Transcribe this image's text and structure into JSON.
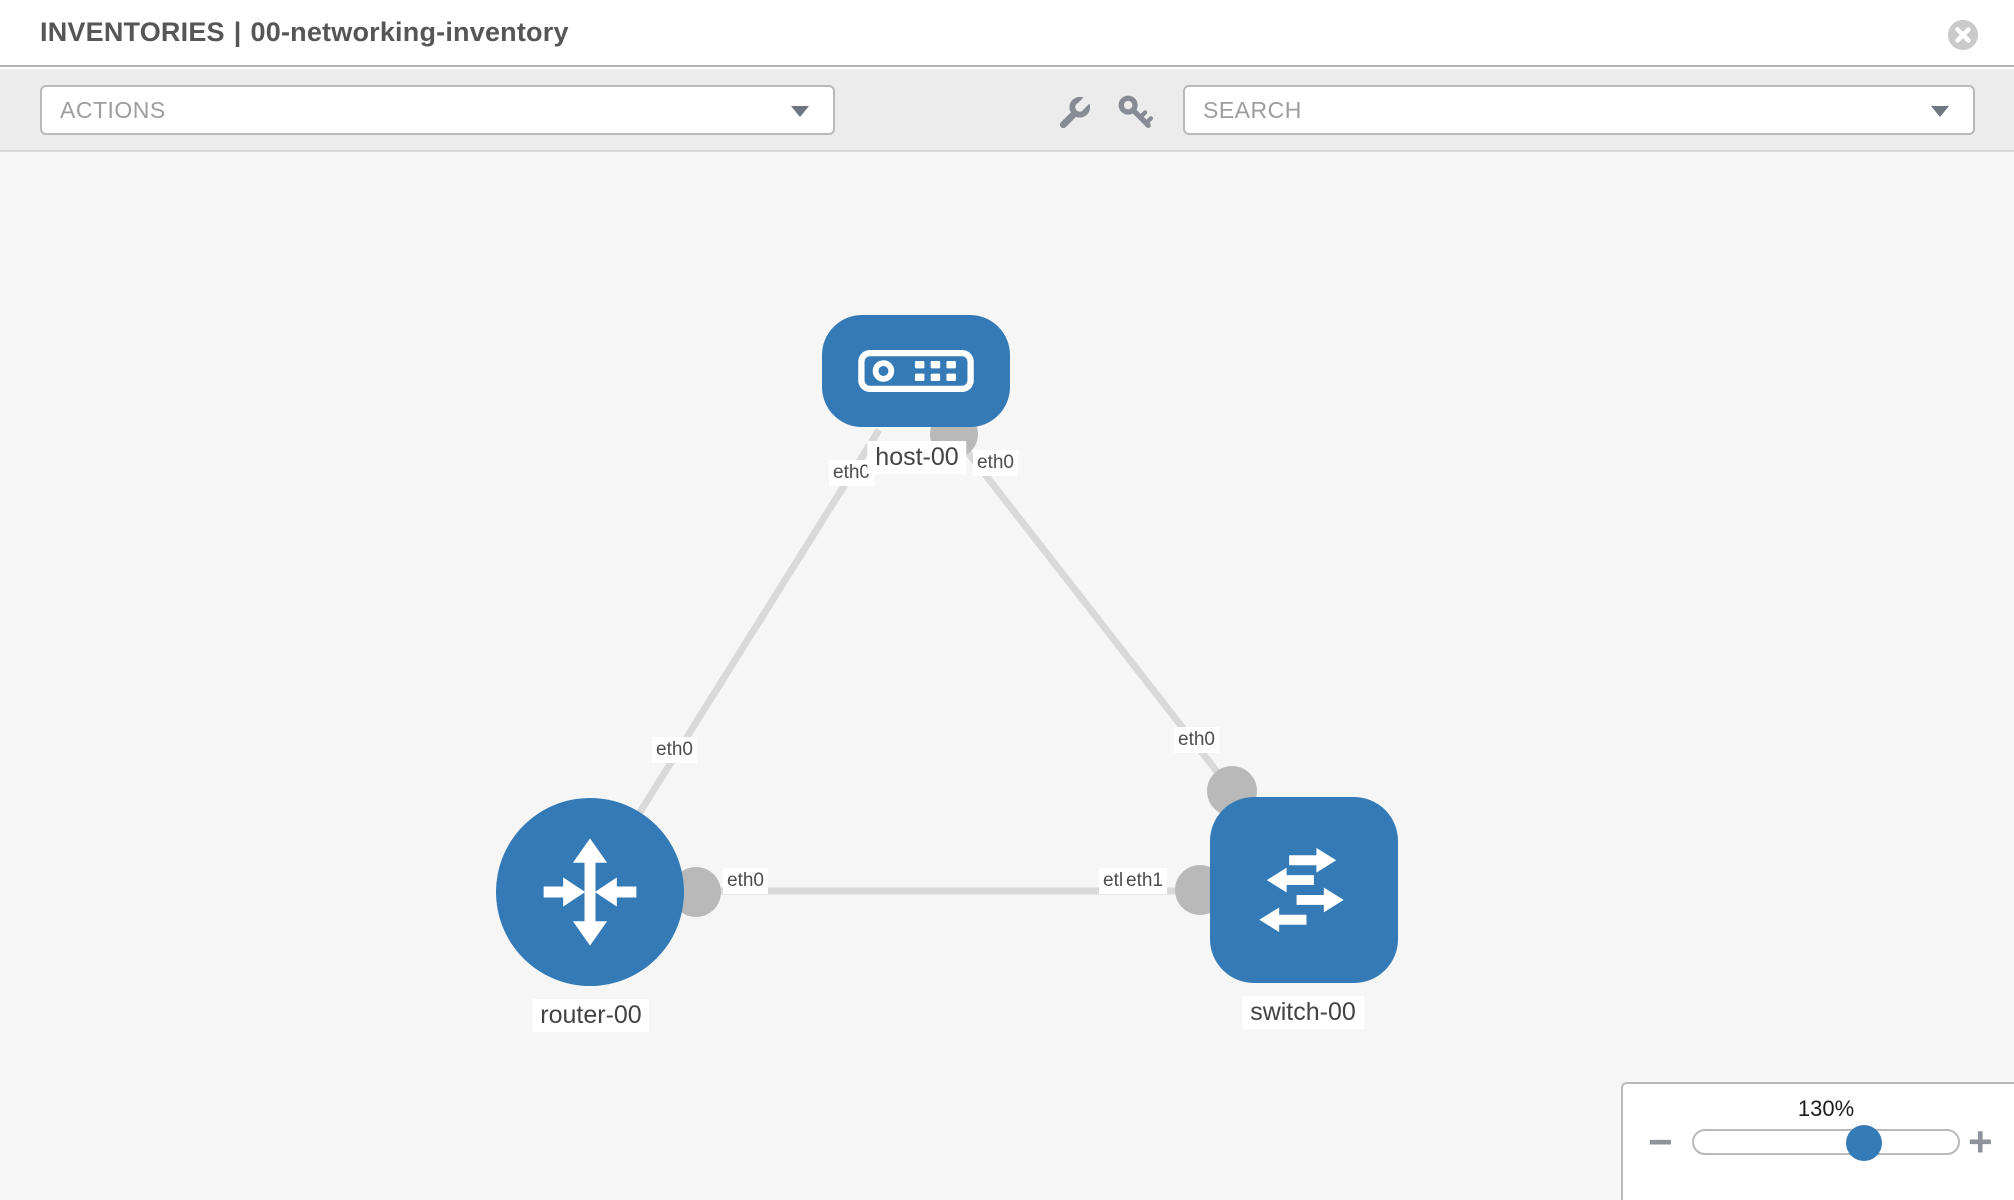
{
  "header": {
    "title_prefix": "INVENTORIES",
    "title_separator": "|",
    "title_name": "00-networking-inventory"
  },
  "toolbar": {
    "actions_placeholder": "ACTIONS",
    "search_placeholder": "SEARCH",
    "icons": [
      "wrench-icon",
      "key-icon"
    ]
  },
  "topology": {
    "nodes": [
      {
        "label": "host-00",
        "type": "host",
        "shape": "rounded-rectangle"
      },
      {
        "label": "router-00",
        "type": "router",
        "shape": "circle"
      },
      {
        "label": "switch-00",
        "type": "switch",
        "shape": "rounded-square"
      }
    ],
    "links": [
      {
        "from": "router-00",
        "from_interface": "eth0",
        "to": "host-00",
        "to_interface": "eth0"
      },
      {
        "from": "host-00",
        "from_interface": "eth0",
        "to": "switch-00",
        "to_interface": "eth0"
      },
      {
        "from": "router-00",
        "from_interface": "eth0",
        "to": "switch-00",
        "to_interface": "eth1"
      }
    ],
    "interface_labels": [
      {
        "text": "eth0"
      },
      {
        "text": "eth0"
      },
      {
        "text": "eth0"
      },
      {
        "text": "eth0"
      },
      {
        "text": "eth0"
      },
      {
        "text": "eth0"
      },
      {
        "text": "eth1"
      }
    ],
    "colors": {
      "node_fill": "#337ab7",
      "link_stroke": "#d9d9d9",
      "endpoint_fill": "#b9b9b9",
      "canvas_background": "#f6f6f6"
    }
  },
  "zoom_control": {
    "value": "130%",
    "minus_label": "−",
    "plus_label": "+"
  }
}
